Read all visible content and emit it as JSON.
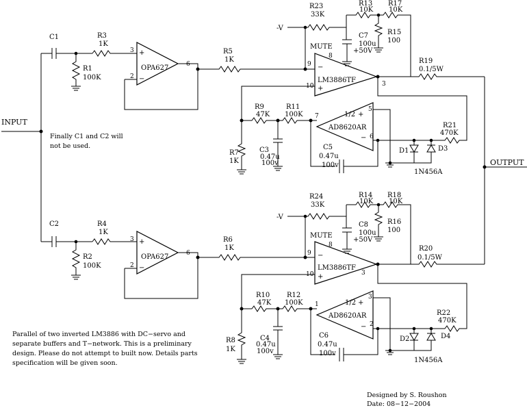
{
  "io": {
    "input": "INPUT",
    "output": "OUTPUT"
  },
  "rail": {
    "neg_v": "-V",
    "pos50": "+50V"
  },
  "channels": [
    {
      "c_in": {
        "name": "C1"
      },
      "r_in": {
        "name": "R3",
        "value": "1K"
      },
      "r_bias": {
        "name": "R1",
        "value": "100K"
      },
      "buffer": {
        "part": "OPA627",
        "pin_plus": "3",
        "pin_minus": "2",
        "pin_out": "6"
      },
      "r_series": {
        "name": "R5",
        "value": "1K"
      },
      "r_fb": {
        "name": "R23",
        "value": "33K"
      },
      "r_a": {
        "name": "R13",
        "value": "10K"
      },
      "r_b": {
        "name": "R17",
        "value": "10K"
      },
      "c_mute": {
        "name": "C7",
        "value": "100u"
      },
      "r_mute": {
        "name": "R15",
        "value": "100"
      },
      "amp": {
        "part": "LM3886TF",
        "mute": "MUTE",
        "pin_mute": "8",
        "pin_in": "9",
        "pin_noninv": "10",
        "pin_out": "3"
      },
      "r_out": {
        "name": "R19",
        "value": "0.1/5W"
      },
      "servo": {
        "part": "AD8620AR",
        "half": "1/2",
        "pin_in": "7",
        "pin_plus": "5",
        "pin_minus": "6"
      },
      "r_s1": {
        "name": "R9",
        "value": "47K"
      },
      "r_s2": {
        "name": "R11",
        "value": "100K"
      },
      "r_gnd": {
        "name": "R7",
        "value": "1K"
      },
      "c_s": {
        "name": "C3",
        "value": "0.47u",
        "volt": "100v"
      },
      "c_int": {
        "name": "C5",
        "value": "0.47u",
        "volt": "100v"
      },
      "r_d": {
        "name": "R21",
        "value": "470K"
      },
      "d_a": {
        "name": "D1"
      },
      "d_b": {
        "name": "D3"
      },
      "diode_part": "1N456A"
    },
    {
      "c_in": {
        "name": "C2"
      },
      "r_in": {
        "name": "R4",
        "value": "1K"
      },
      "r_bias": {
        "name": "R2",
        "value": "100K"
      },
      "buffer": {
        "part": "OPA627",
        "pin_plus": "3",
        "pin_minus": "2",
        "pin_out": "6"
      },
      "r_series": {
        "name": "R6",
        "value": "1K"
      },
      "r_fb": {
        "name": "R24",
        "value": "33K"
      },
      "r_a": {
        "name": "R14",
        "value": "10K"
      },
      "r_b": {
        "name": "R18",
        "value": "10K"
      },
      "c_mute": {
        "name": "C8",
        "value": "100u"
      },
      "r_mute": {
        "name": "R16",
        "value": "100"
      },
      "amp": {
        "part": "LM3886TF",
        "mute": "MUTE",
        "pin_mute": "8",
        "pin_in": "9",
        "pin_noninv": "10",
        "pin_out": "3"
      },
      "r_out": {
        "name": "R20",
        "value": "0.1/5W"
      },
      "servo": {
        "part": "AD8620AR",
        "half": "1/2",
        "pin_in": "1",
        "pin_plus": "3",
        "pin_minus": "2"
      },
      "r_s1": {
        "name": "R10",
        "value": "47K"
      },
      "r_s2": {
        "name": "R12",
        "value": "100K"
      },
      "r_gnd": {
        "name": "R8",
        "value": "1K"
      },
      "c_s": {
        "name": "C4",
        "value": "0.47u",
        "volt": "100v"
      },
      "c_int": {
        "name": "C6",
        "value": "0.47u",
        "volt": "100v"
      },
      "r_d": {
        "name": "R22",
        "value": "470K"
      },
      "d_a": {
        "name": "D2"
      },
      "d_b": {
        "name": "D4"
      },
      "diode_part": "1N456A"
    }
  ],
  "notes": {
    "c_note": [
      "Finally C1 and C2 will",
      "not be used."
    ],
    "description": [
      "Parallel of two inverted LM3886 with DC−servo and",
      "separate buffers and T−network. This is a preliminary",
      "design. Please do not attempt to built now. Details parts",
      "specification will be given soon."
    ],
    "designer": "Designed by S. Roushon",
    "date": "Date: 08−12−2004"
  }
}
